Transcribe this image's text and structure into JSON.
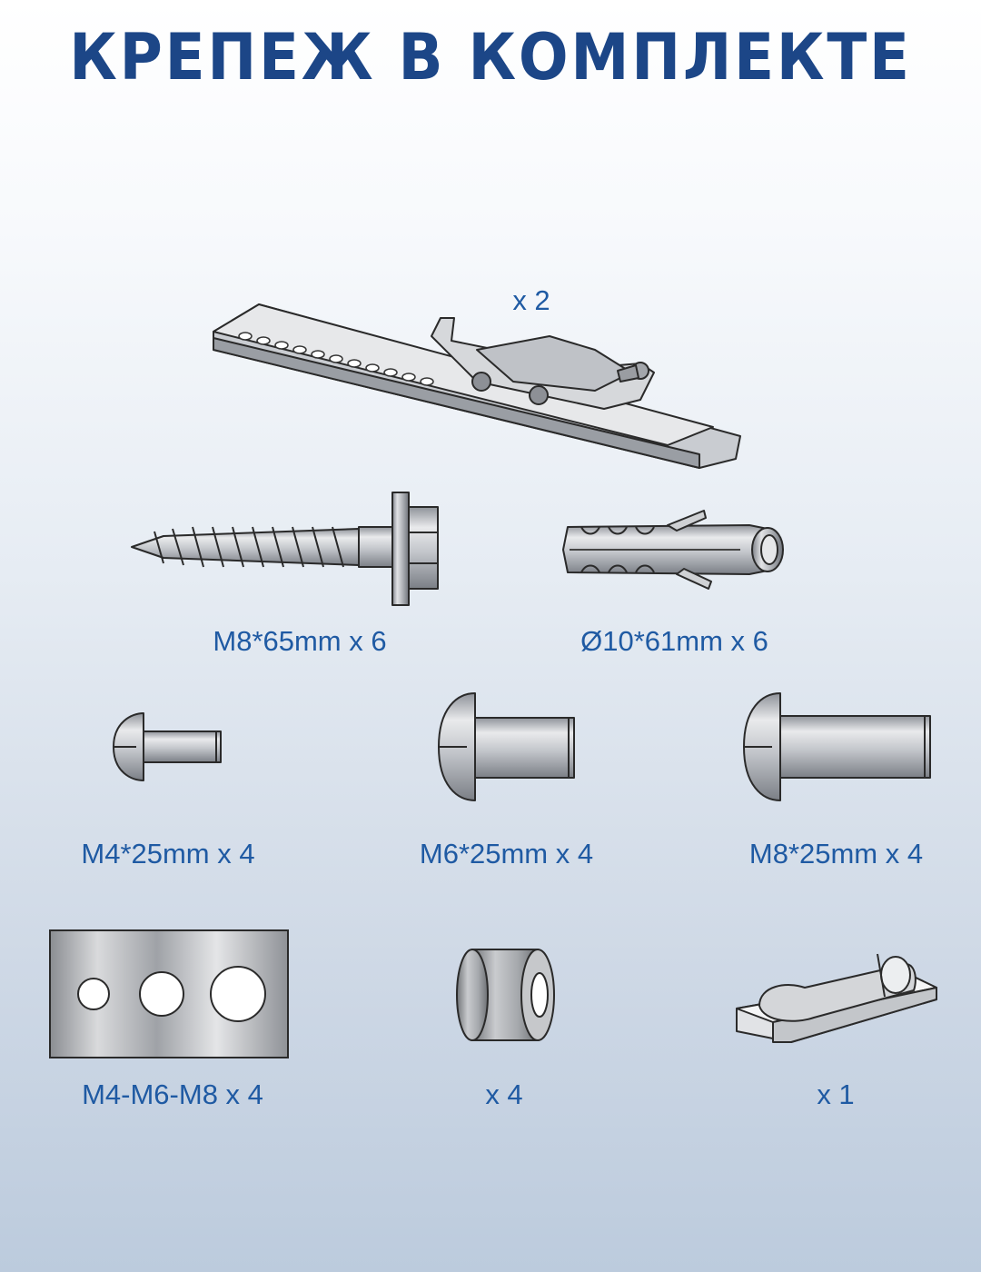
{
  "title": "КРЕПЕЖ В КОМПЛЕКТЕ",
  "colors": {
    "title": "#1c4687",
    "label": "#1f5aa3",
    "metal": "#b9bcc2",
    "outline": "#2a2a2a"
  },
  "items": [
    {
      "icon": "bracket-icon",
      "label": "x 2"
    },
    {
      "icon": "wood-screw-icon",
      "label": "M8*65mm x 6"
    },
    {
      "icon": "wall-plug-icon",
      "label": "Ø10*61mm x 6"
    },
    {
      "icon": "bolt-m4-icon",
      "label": "M4*25mm x 4"
    },
    {
      "icon": "bolt-m6-icon",
      "label": "M6*25mm x 4"
    },
    {
      "icon": "bolt-m8-icon",
      "label": "M8*25mm x 4"
    },
    {
      "icon": "washer-plate-icon",
      "label": "M4-M6-M8 x 4"
    },
    {
      "icon": "spacer-icon",
      "label": "x 4"
    },
    {
      "icon": "clip-icon",
      "label": "x 1"
    }
  ]
}
